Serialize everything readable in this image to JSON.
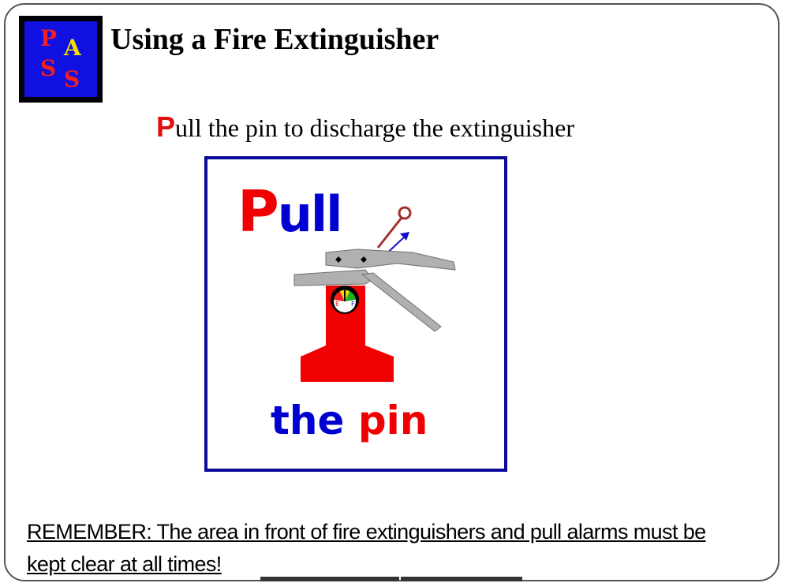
{
  "logo": {
    "letters": [
      "P",
      "A",
      "S",
      "S"
    ]
  },
  "title": "Using a Fire Extinguisher",
  "subtitle": {
    "first_letter": "P",
    "rest": "ull the pin to discharge the extinguisher"
  },
  "graphic": {
    "top_word_first": "P",
    "top_word_rest": "ull",
    "bottom_word_blue": "the ",
    "bottom_word_red": "pin",
    "gauge_letters": [
      "E",
      "F"
    ],
    "colors": {
      "border": "#0a0a9a",
      "red": "#f00000",
      "blue": "#0000d0",
      "gray": "#b0b0b0"
    }
  },
  "reminder": "REMEMBER:  The area in front of fire extinguishers and pull alarms must be kept clear at all times!"
}
